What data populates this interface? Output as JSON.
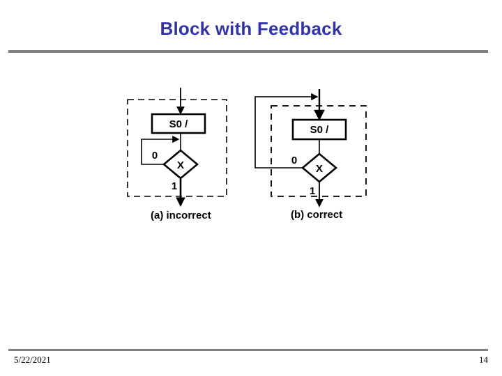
{
  "slide": {
    "title": "Block with Feedback",
    "footer": {
      "date": "5/22/2021",
      "page_number": "14"
    },
    "colors": {
      "title": "#3333aa",
      "rule": "#808080",
      "diagram_stroke": "#000000",
      "background": "#ffffff"
    }
  },
  "figure": {
    "diagrams": [
      {
        "id": "a",
        "caption": "(a) incorrect",
        "block_label": "S0 /",
        "decision_label": "X",
        "branch_false_label": "0",
        "branch_true_label": "1",
        "boundary": "dashed",
        "feedback_path": "inside-boundary"
      },
      {
        "id": "b",
        "caption": "(b) correct",
        "block_label": "S0 /",
        "decision_label": "X",
        "branch_false_label": "0",
        "branch_true_label": "1",
        "boundary": "dashed",
        "feedback_path": "outside-boundary"
      }
    ]
  }
}
